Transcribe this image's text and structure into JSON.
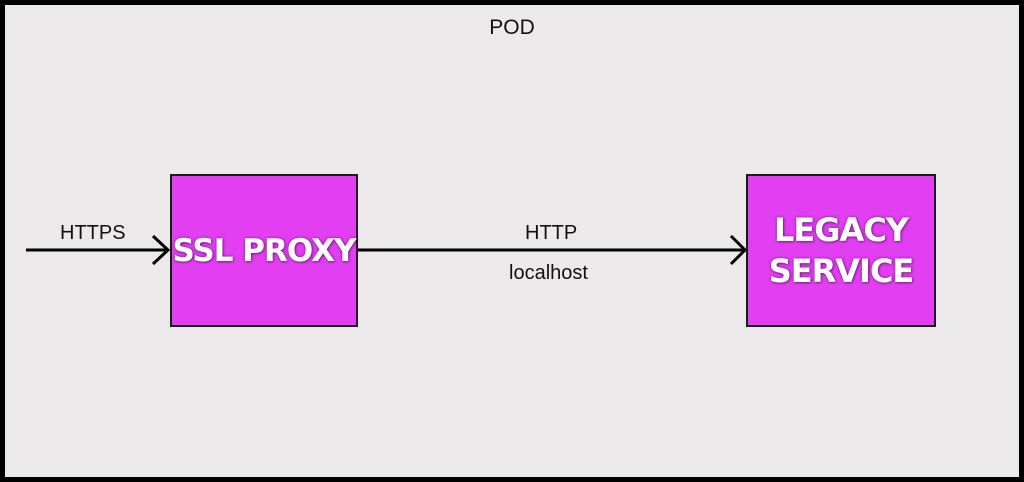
{
  "pod": {
    "title": "POD"
  },
  "nodes": {
    "ssl_proxy": {
      "label": "SSL PROXY"
    },
    "legacy_service": {
      "label_line1": "LEGACY",
      "label_line2": "SERVICE"
    }
  },
  "edges": {
    "inbound": {
      "label": "HTTPS"
    },
    "internal": {
      "label": "HTTP",
      "sublabel": "localhost"
    }
  },
  "colors": {
    "box_fill": "#e23ff3",
    "pod_fill": "#ece9ea",
    "border": "#000000"
  }
}
